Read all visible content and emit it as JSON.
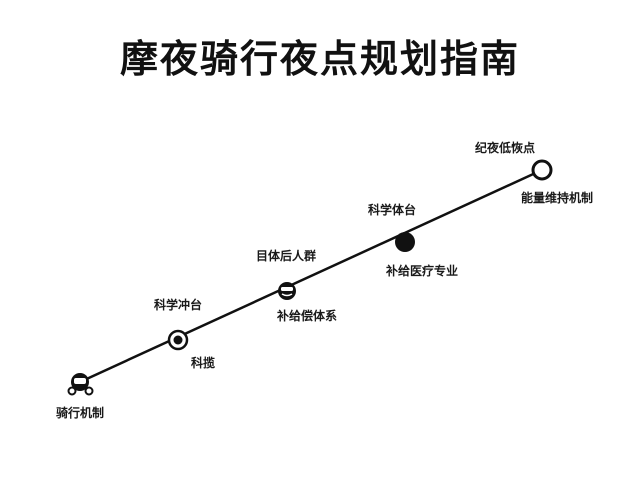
{
  "title": "摩夜骑行夜点规划指南",
  "colors": {
    "line": "#111111",
    "node": "#111111",
    "background": "#ffffff"
  },
  "nodes": [
    {
      "id": "n1",
      "above": "",
      "below": "骑行机制",
      "icon": "bike-helmet-icon"
    },
    {
      "id": "n2",
      "above": "科学冲台",
      "below": "科揽",
      "icon": "ring-marker-icon"
    },
    {
      "id": "n3",
      "above": "目体后人群",
      "below": "补给偿体系",
      "icon": "face-marker-icon"
    },
    {
      "id": "n4",
      "above": "科学体台",
      "below": "补给医疗专业",
      "icon": "solid-dot-icon"
    },
    {
      "id": "n5",
      "above": "纪夜低恢点",
      "below": "能量维持机制",
      "icon": "hollow-end-icon"
    }
  ]
}
